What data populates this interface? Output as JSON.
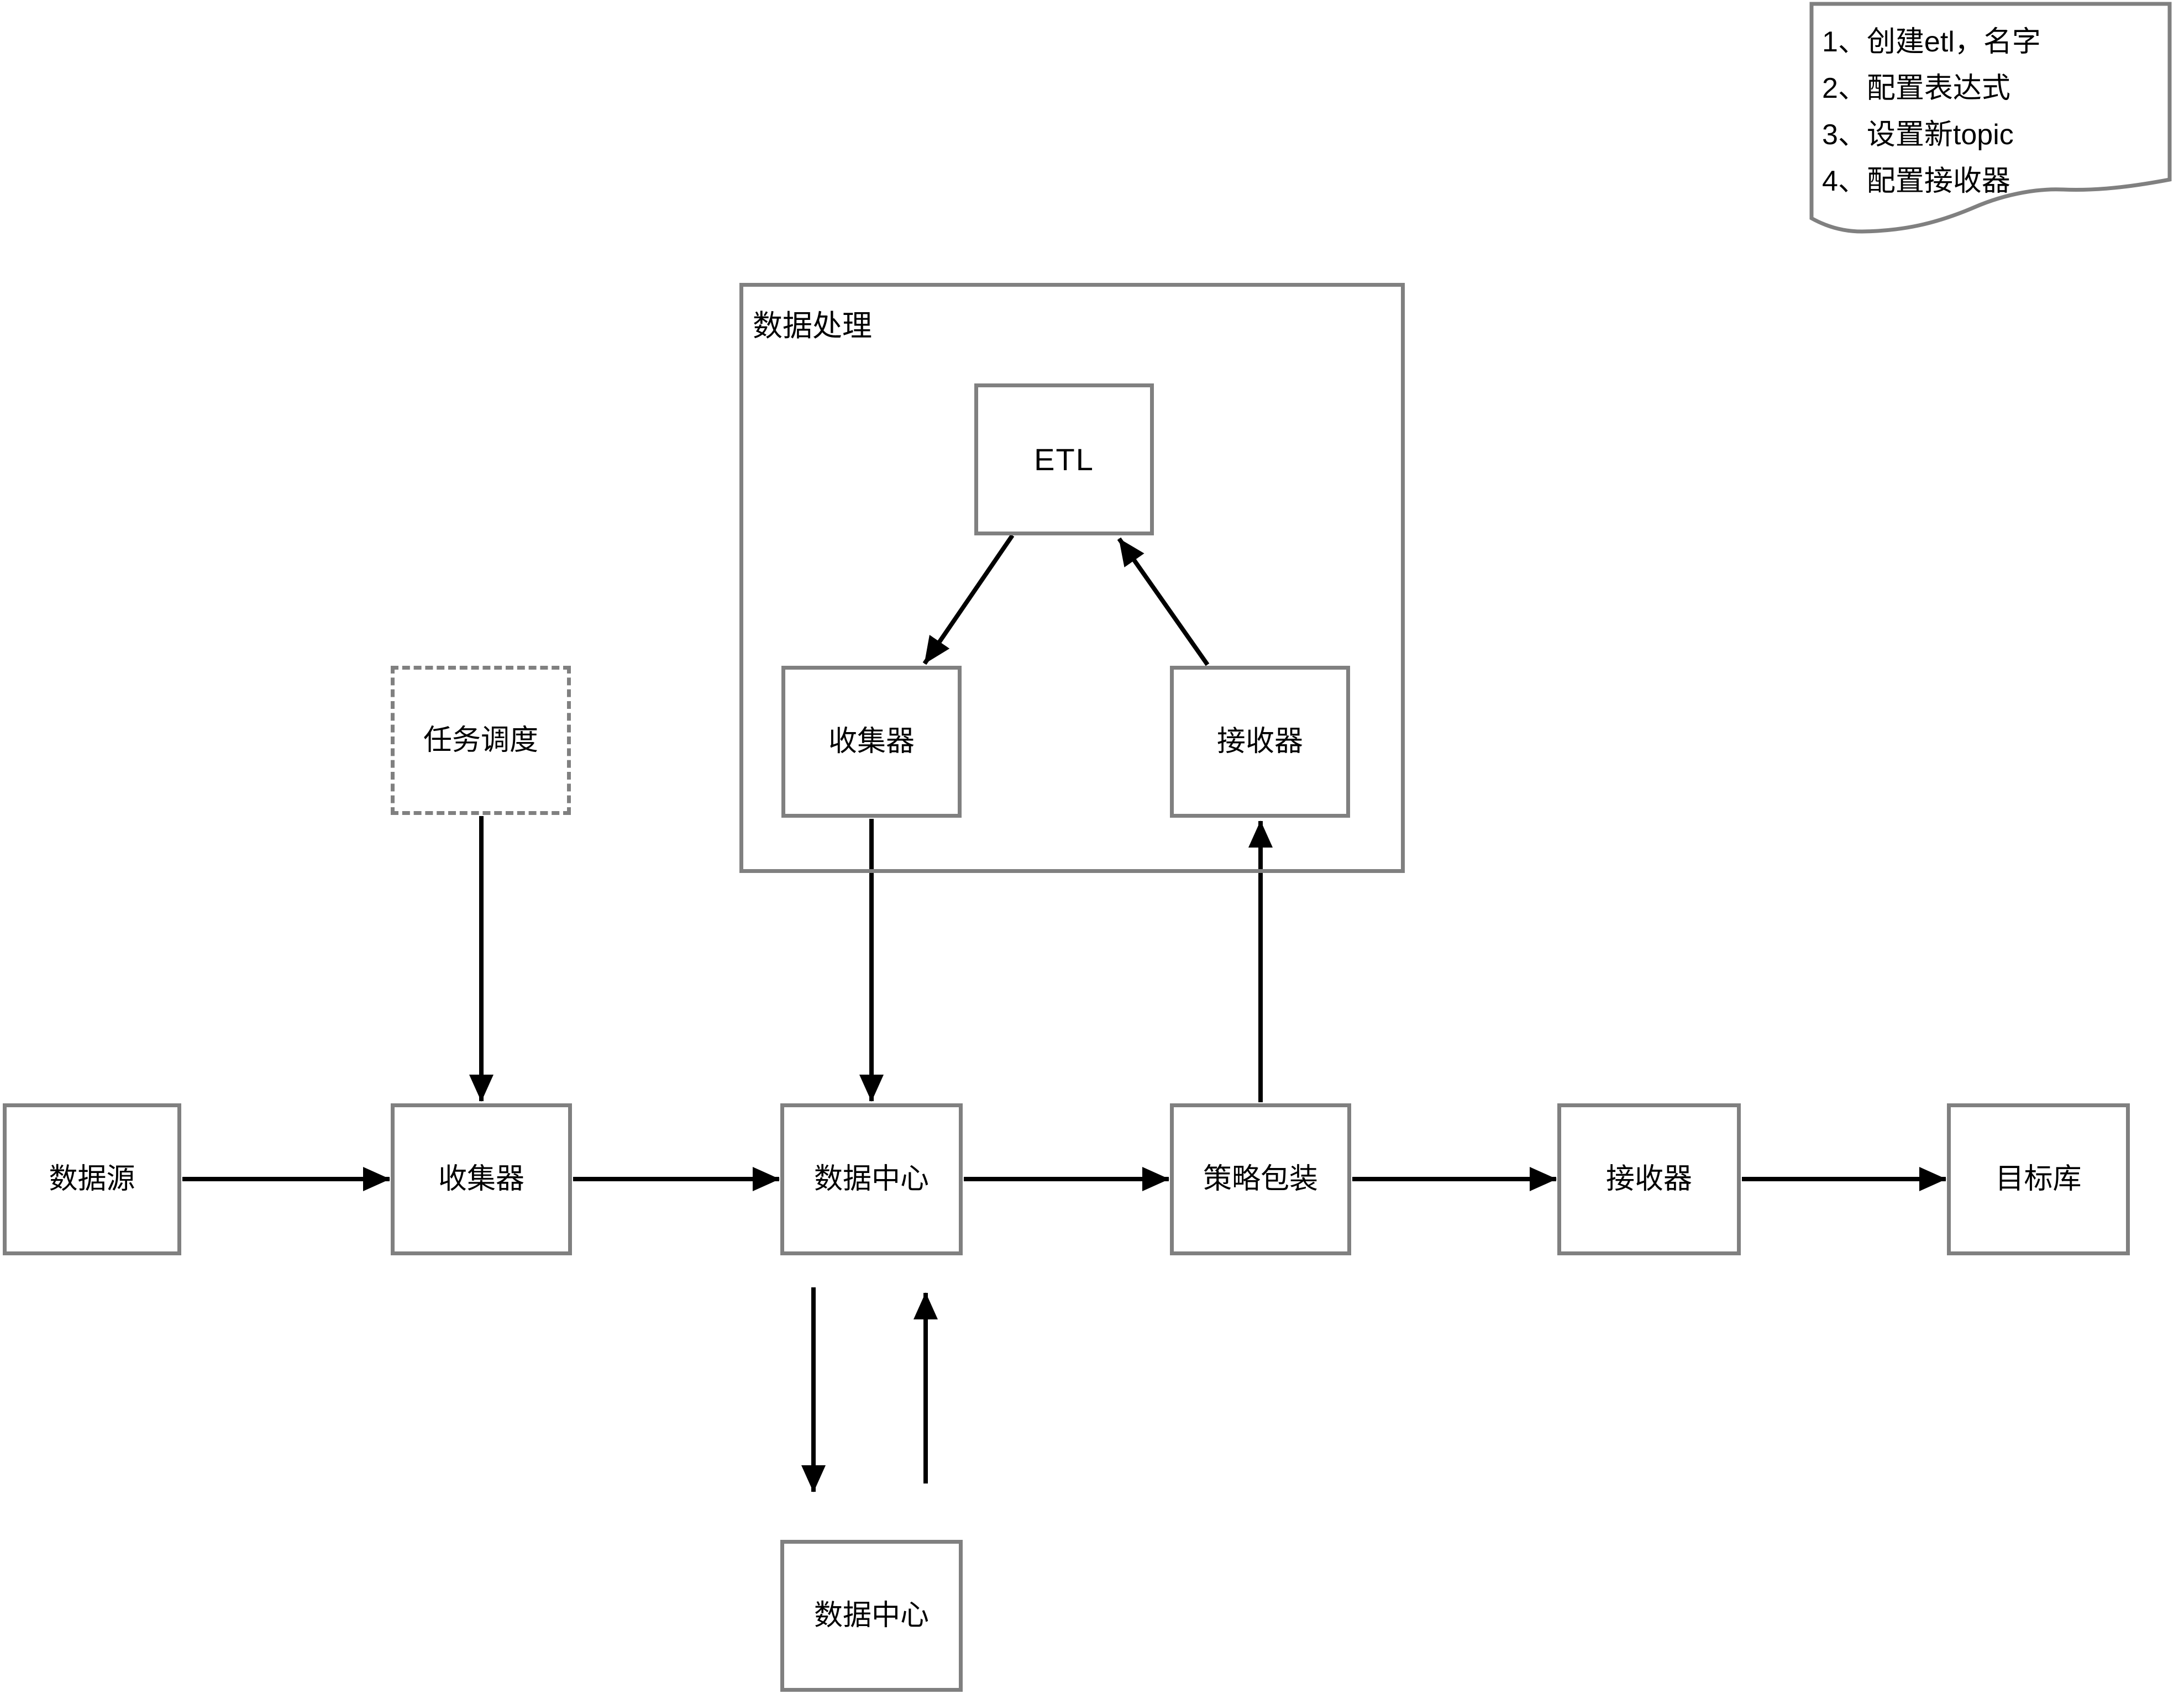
{
  "note": {
    "lines": [
      "1、创建etl，名字",
      "2、配置表达式",
      "3、设置新topic",
      "4、配置接收器"
    ]
  },
  "container": {
    "label": "数据处理"
  },
  "nodes": {
    "etl": {
      "label": "ETL"
    },
    "collector_inner": {
      "label": "收集器"
    },
    "receiver_inner": {
      "label": "接收器"
    },
    "task_scheduler": {
      "label": "任务调度"
    },
    "datasource": {
      "label": "数据源"
    },
    "collector": {
      "label": "收集器"
    },
    "datacenter": {
      "label": "数据中心"
    },
    "strategy_wrap": {
      "label": "策略包装"
    },
    "receiver": {
      "label": "接收器"
    },
    "target_db": {
      "label": "目标库"
    },
    "datacenter_bottom": {
      "label": "数据中心"
    }
  },
  "edges": [
    {
      "from": "datasource",
      "to": "collector"
    },
    {
      "from": "collector",
      "to": "datacenter"
    },
    {
      "from": "datacenter",
      "to": "strategy_wrap"
    },
    {
      "from": "strategy_wrap",
      "to": "receiver"
    },
    {
      "from": "receiver",
      "to": "target_db"
    },
    {
      "from": "task_scheduler",
      "to": "collector"
    },
    {
      "from": "etl",
      "to": "collector_inner"
    },
    {
      "from": "receiver_inner",
      "to": "etl"
    },
    {
      "from": "collector_inner",
      "to": "datacenter"
    },
    {
      "from": "strategy_wrap",
      "to": "receiver_inner"
    },
    {
      "from": "datacenter",
      "to": "datacenter_bottom"
    },
    {
      "from": "datacenter_bottom",
      "to": "datacenter"
    }
  ],
  "colors": {
    "box_border": "#808080",
    "arrow": "#000000",
    "text": "#000000",
    "background": "#ffffff"
  }
}
